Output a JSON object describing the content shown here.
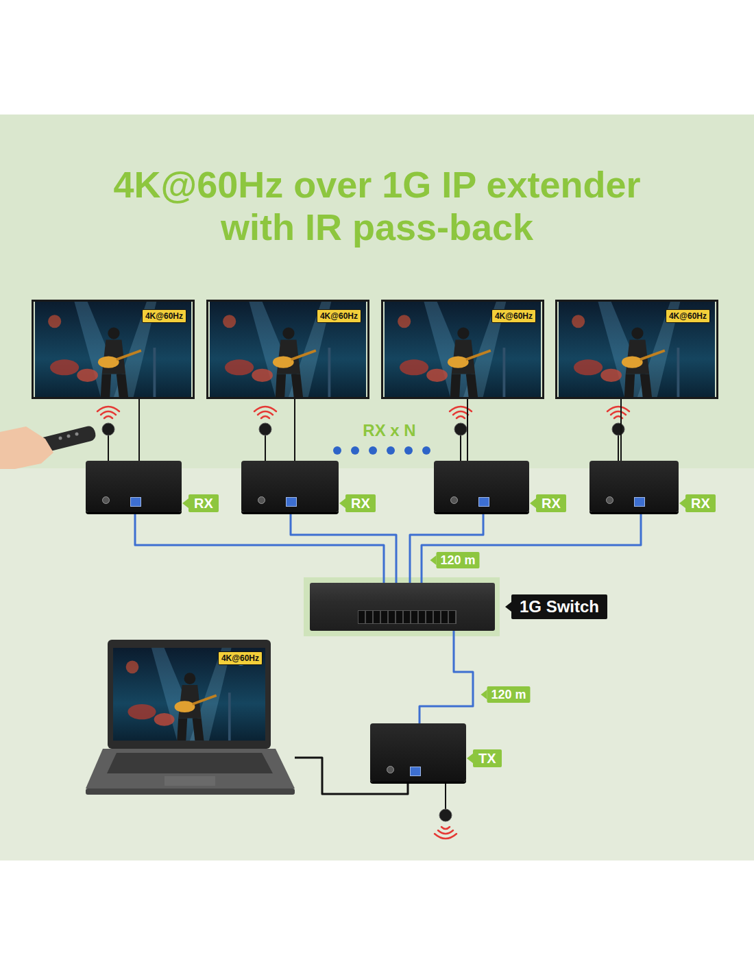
{
  "diagram": {
    "title": "4K@60Hz over 1G IP extender with IR pass-back",
    "nodes": [
      {
        "text": [
          "4K@60Hz"
        ]
      },
      {
        "text": [
          "4K@60Hz"
        ]
      },
      {
        "text": [
          "4K@60Hz"
        ]
      },
      {
        "text": [
          "4K@60Hz"
        ]
      },
      {
        "text": [
          "RX"
        ]
      },
      {
        "text": [
          "RX"
        ]
      },
      {
        "text": [
          "RX"
        ]
      },
      {
        "text": [
          "RX"
        ]
      },
      {
        "text": [
          "1G Switch"
        ]
      },
      {
        "text": [
          "4K@60Hz"
        ]
      },
      {
        "text": [
          "TX"
        ]
      }
    ],
    "edges": [
      {
        "from": 0,
        "to": 4,
        "arrow": "none"
      },
      {
        "from": 1,
        "to": 5,
        "arrow": "none"
      },
      {
        "from": 2,
        "to": 6,
        "arrow": "none"
      },
      {
        "from": 3,
        "to": 7,
        "arrow": "none"
      },
      {
        "from": 4,
        "to": 8,
        "arrow": "none"
      },
      {
        "from": 5,
        "to": 8,
        "arrow": "none"
      },
      {
        "from": 6,
        "to": 8,
        "arrow": "none"
      },
      {
        "from": 7,
        "to": 8,
        "label": "120 m",
        "arrow": "none"
      },
      {
        "from": 8,
        "to": 10,
        "label": "120 m",
        "arrow": "none"
      },
      {
        "from": 9,
        "to": 10,
        "arrow": "none"
      }
    ],
    "labels": [
      "RX x N"
    ]
  }
}
